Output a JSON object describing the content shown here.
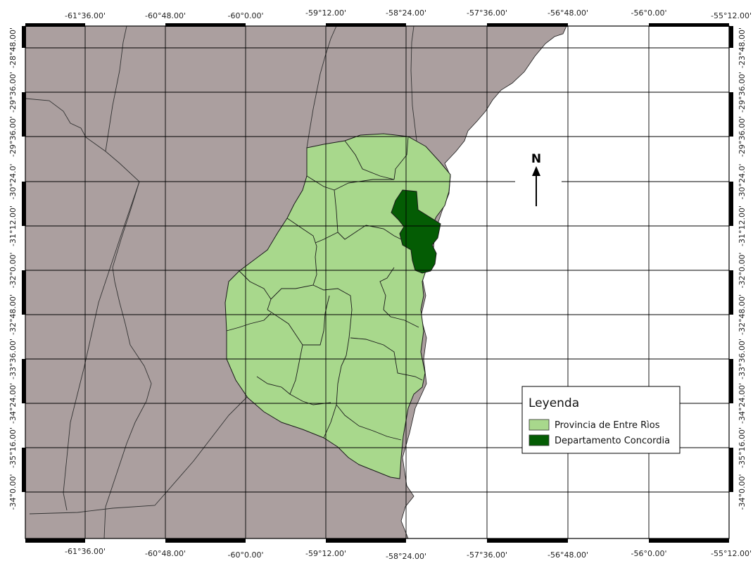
{
  "map": {
    "colors": {
      "land": "#ab9f9f",
      "water": "#ffffff",
      "province": "#a8d88c",
      "concordia": "#045c04",
      "border": "#1a1a1a",
      "grid": "#000000"
    },
    "top_lon_labels": [
      "-61°36.00'",
      "-60°48.00'",
      "-60°0.00'",
      "-59°12.00'",
      "-58°24.00'",
      "-57°36.00'",
      "-56°48.00'",
      "-56°0.00'",
      "-55°12.00'"
    ],
    "bottom_lon_labels": [
      "-61°36.00'",
      "-60°48.00'",
      "-60°0.00'",
      "-59°12.00'",
      "-58°24.00'",
      "-57°36.00'",
      "-56°48.00'",
      "-56°0.00'",
      "-55°12.00'"
    ],
    "left_lat_labels": [
      "-28°48.00'",
      "-29°36.00'",
      "-29°36.00'",
      "-30°24.0'",
      "-31°12.00'",
      "-32°0.00'",
      "-32°48.00'",
      "-33°36.00'",
      "-34°24.00'",
      "-35°16.00'",
      "-34°0.00'"
    ],
    "right_lat_labels": [
      "-23°48.00'",
      "-29°36.00'",
      "-29°36.00'",
      "-30°24.0'",
      "-31°12.00'",
      "-32°0.00'",
      "-32°48.00'",
      "-33°36.00'",
      "-34°24.00'",
      "-35°16.00'",
      "-34°0.00'"
    ],
    "north_label": "N",
    "legend": {
      "title": "Leyenda",
      "items": [
        {
          "label": "Provincia de Entre Rìos",
          "color": "#a8d88c"
        },
        {
          "label": "Departamento Concordia",
          "color": "#045c04"
        }
      ]
    }
  }
}
